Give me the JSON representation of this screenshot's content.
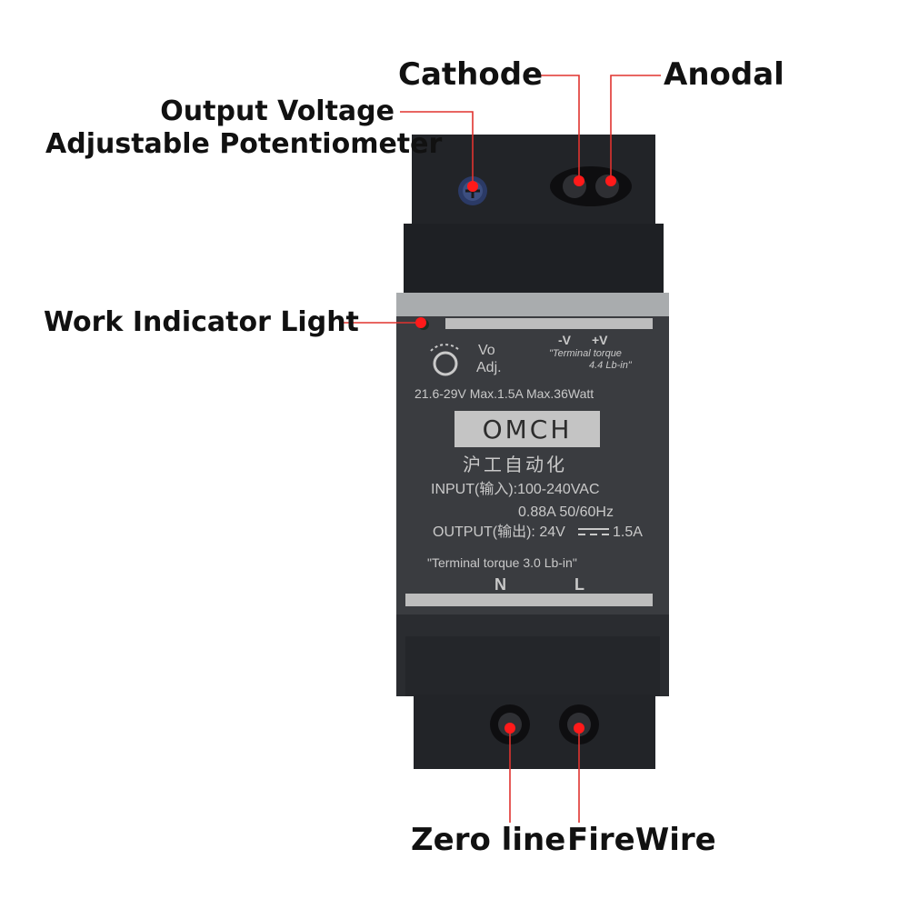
{
  "callouts": {
    "cathode": "Cathode",
    "anodal": "Anodal",
    "pot_line1": "Output Voltage",
    "pot_line2": "Adjustable Potentiometer",
    "work_light": "Work Indicator Light",
    "zero_line": "Zero line",
    "firewire": "FireWire"
  },
  "panel": {
    "vo": "Vo",
    "adj": "Adj.",
    "minus_v": "-V",
    "plus_v": "+V",
    "torque_top_1": "\"Terminal torque",
    "torque_top_2": "4.4 Lb-in\"",
    "spec": "21.6-29V Max.1.5A Max.36Watt",
    "brand": "OMCH",
    "chinese_name": "沪工自动化",
    "input": "INPUT(输入):100-240VAC",
    "input_rating": "0.88A  50/60Hz",
    "output_label": "OUTPUT(输出): 24V",
    "output_current": "1.5A",
    "torque_bottom": "\"Terminal torque 3.0 Lb-in\"",
    "n": "N",
    "l": "L"
  },
  "colors": {
    "leader": "#e0332f",
    "marker": "#ff1a1a",
    "body": "#26282c",
    "label_band": "#3a3c40",
    "silver_strip": "#a9acae"
  }
}
